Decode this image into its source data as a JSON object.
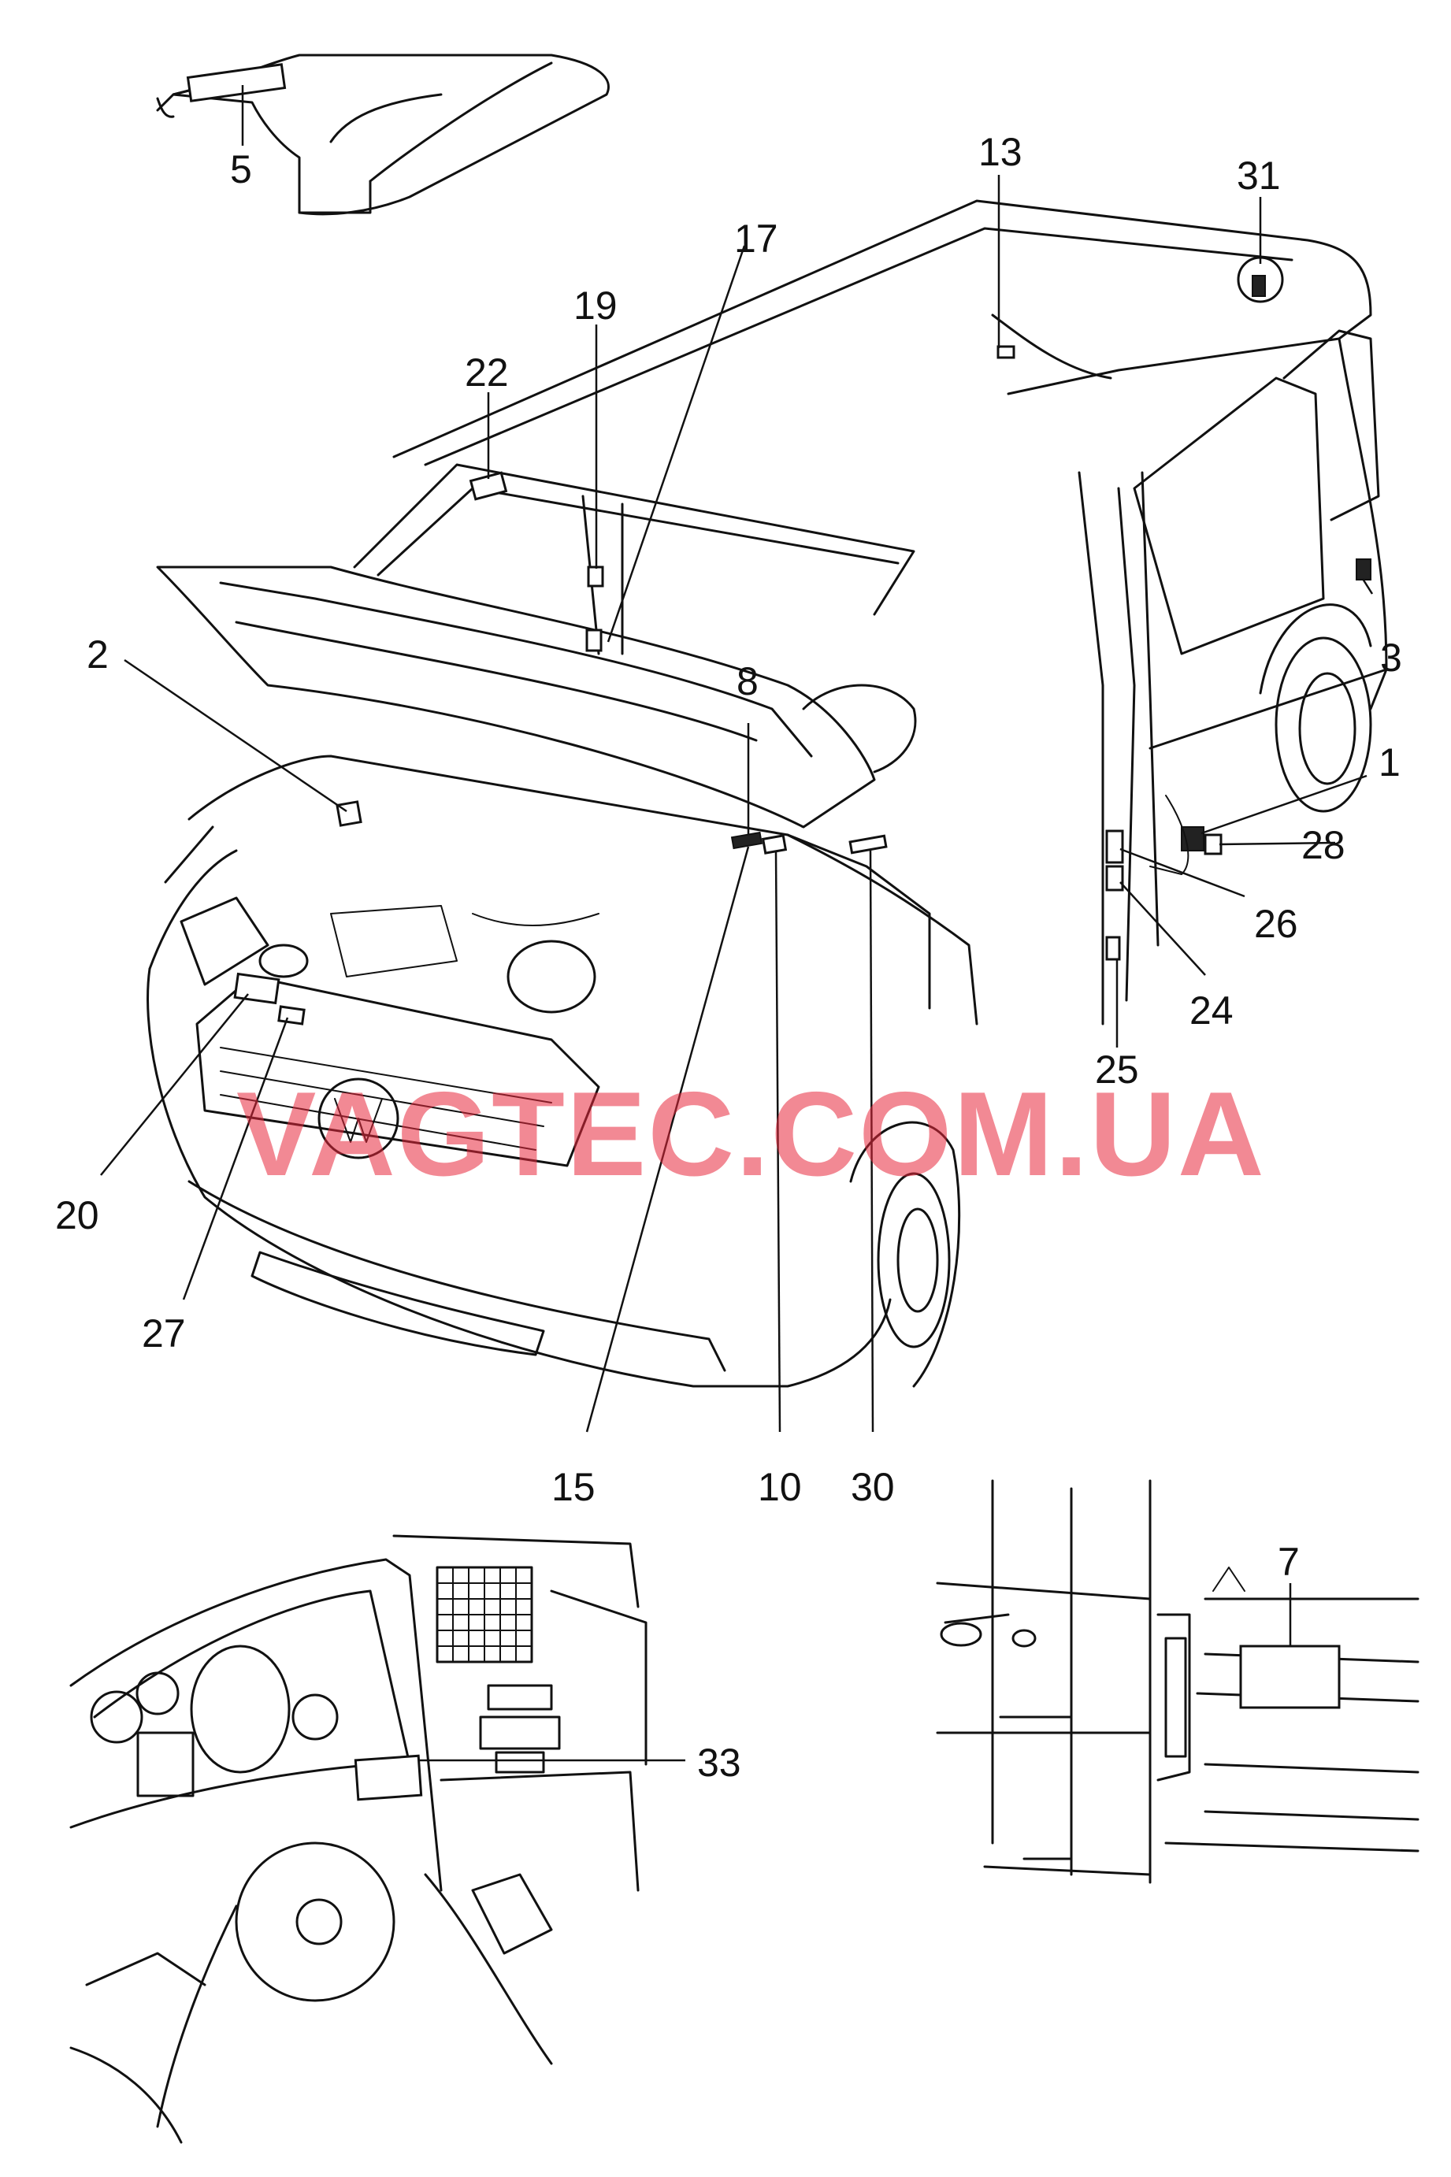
{
  "watermark": "VAGTEC.COM.UA",
  "callouts": {
    "c1": "1",
    "c2": "2",
    "c3": "3",
    "c5": "5",
    "c7": "7",
    "c8": "8",
    "c10": "10",
    "c13": "13",
    "c15": "15",
    "c17": "17",
    "c19": "19",
    "c20": "20",
    "c22": "22",
    "c24": "24",
    "c25": "25",
    "c26": "26",
    "c27": "27",
    "c28": "28",
    "c30": "30",
    "c31": "31",
    "c33": "33"
  },
  "colors": {
    "line": "#111111",
    "watermark": "#e8283c",
    "background": "#ffffff"
  }
}
